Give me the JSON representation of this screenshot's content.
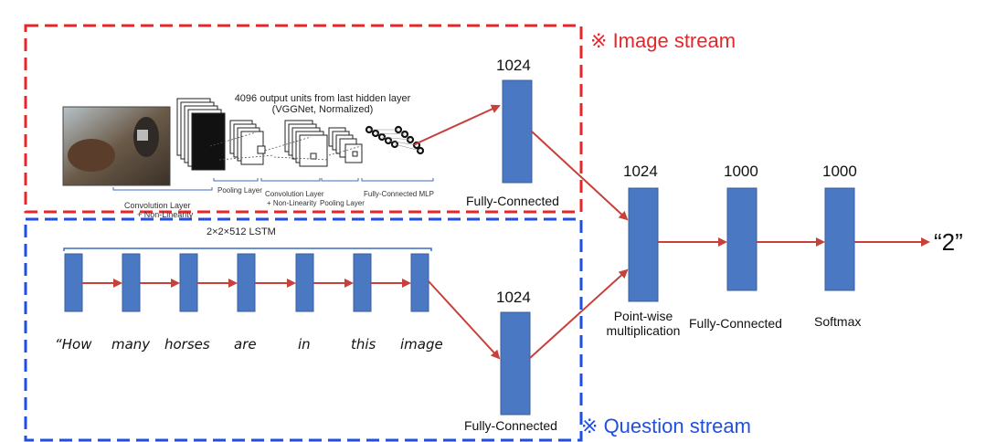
{
  "image_stream": {
    "label": "Image stream",
    "marker": "※",
    "cnn_caption_line1": "4096 output  units from last hidden layer",
    "cnn_caption_line2": "(VGGNet, Normalized)",
    "cnn_stage_labels": [
      "Convolution Layer",
      "+ Non-Linearity",
      "Pooling Layer",
      "Convolution Layer",
      "+ Non-Linearity",
      "Pooling  Layer",
      "Fully-Connected MLP"
    ],
    "fc_size": "1024",
    "fc_label": "Fully-Connected"
  },
  "question_stream": {
    "label": "Question stream",
    "marker": "※",
    "lstm_label": "2×2×512 LSTM",
    "words": [
      "“How",
      "many",
      "horses",
      "are",
      "in",
      "this",
      "image"
    ],
    "fc_size": "1024",
    "fc_label": "Fully-Connected"
  },
  "fusion": {
    "pointwise_size": "1024",
    "pointwise_label_line1": "Point-wise",
    "pointwise_label_line2": "multiplication",
    "fc_size": "1000",
    "fc_label": "Fully-Connected",
    "softmax_size": "1000",
    "softmax_label": "Softmax",
    "output": "“2”"
  },
  "colors": {
    "block": "#4a78c2",
    "block_stroke": "#3a5f9c",
    "arrow": "#c8403a",
    "image_box": "#e8262a",
    "question_box": "#1f4fe0"
  }
}
